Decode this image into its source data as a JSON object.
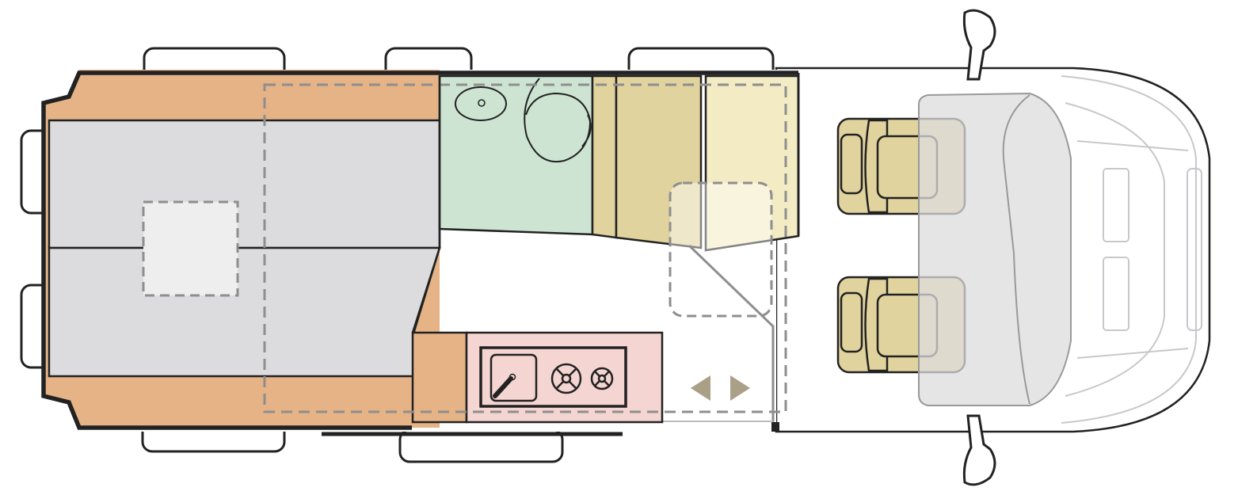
{
  "diagram": {
    "type": "camper-van-floor-plan",
    "orientation": "cab-facing-right",
    "zones": [
      {
        "name": "rear-bed",
        "fill": "#dcdcde",
        "surround_fill": "#e5b386"
      },
      {
        "name": "washroom",
        "fill": "#cde4d2"
      },
      {
        "name": "wardrobe",
        "fill": "#e1d39e"
      },
      {
        "name": "cabinet",
        "fill": "#f3ebc4"
      },
      {
        "name": "kitchen",
        "fill": "#f4d5d1",
        "side_fill": "#e5b386"
      },
      {
        "name": "cab-seats",
        "fill": "#e1d39e"
      },
      {
        "name": "dashboard",
        "fill": "#dcdcde"
      }
    ],
    "icons": [
      "sink-icon",
      "gas-burner-icon",
      "gas-burner-icon",
      "double-arrow-icon"
    ],
    "colors": {
      "outline": "#222222",
      "dashed": "#8e8e8e",
      "arrows": "#aa9f87",
      "windscreen": "#c8c8cc"
    }
  }
}
